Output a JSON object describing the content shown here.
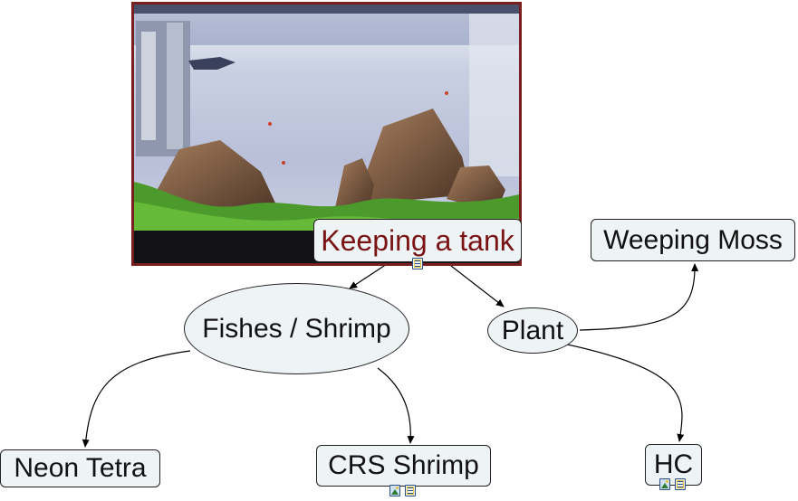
{
  "map": {
    "image_name": "aquarium-photo",
    "colors": {
      "node_fill": "#eef3f5",
      "node_border": "#222222",
      "root_text": "#7a1414",
      "image_border": "#7a1f1f",
      "edge": "#000000"
    },
    "nodes": {
      "root": {
        "label": "Keeping a tank",
        "shape": "rounded-rectangle",
        "resources": [
          "note-icon"
        ]
      },
      "fishes": {
        "label": "Fishes / Shrimp",
        "shape": "ellipse",
        "resources": []
      },
      "plant": {
        "label": "Plant",
        "shape": "ellipse",
        "resources": []
      },
      "moss": {
        "label": "Weeping Moss",
        "shape": "rounded-rectangle",
        "resources": []
      },
      "neon": {
        "label": "Neon Tetra",
        "shape": "rounded-rectangle",
        "resources": []
      },
      "crs": {
        "label": "CRS Shrimp",
        "shape": "rounded-rectangle",
        "resources": [
          "image-icon",
          "note-icon"
        ]
      },
      "hc": {
        "label": "HC",
        "shape": "rounded-rectangle",
        "resources": [
          "image-icon",
          "note-icon"
        ]
      }
    },
    "edges": [
      {
        "from": "Keeping a tank",
        "to": "Fishes / Shrimp"
      },
      {
        "from": "Keeping a tank",
        "to": "Plant"
      },
      {
        "from": "Fishes / Shrimp",
        "to": "Neon Tetra"
      },
      {
        "from": "Fishes / Shrimp",
        "to": "CRS Shrimp"
      },
      {
        "from": "Plant",
        "to": "Weeping Moss"
      },
      {
        "from": "Plant",
        "to": "HC"
      }
    ]
  }
}
